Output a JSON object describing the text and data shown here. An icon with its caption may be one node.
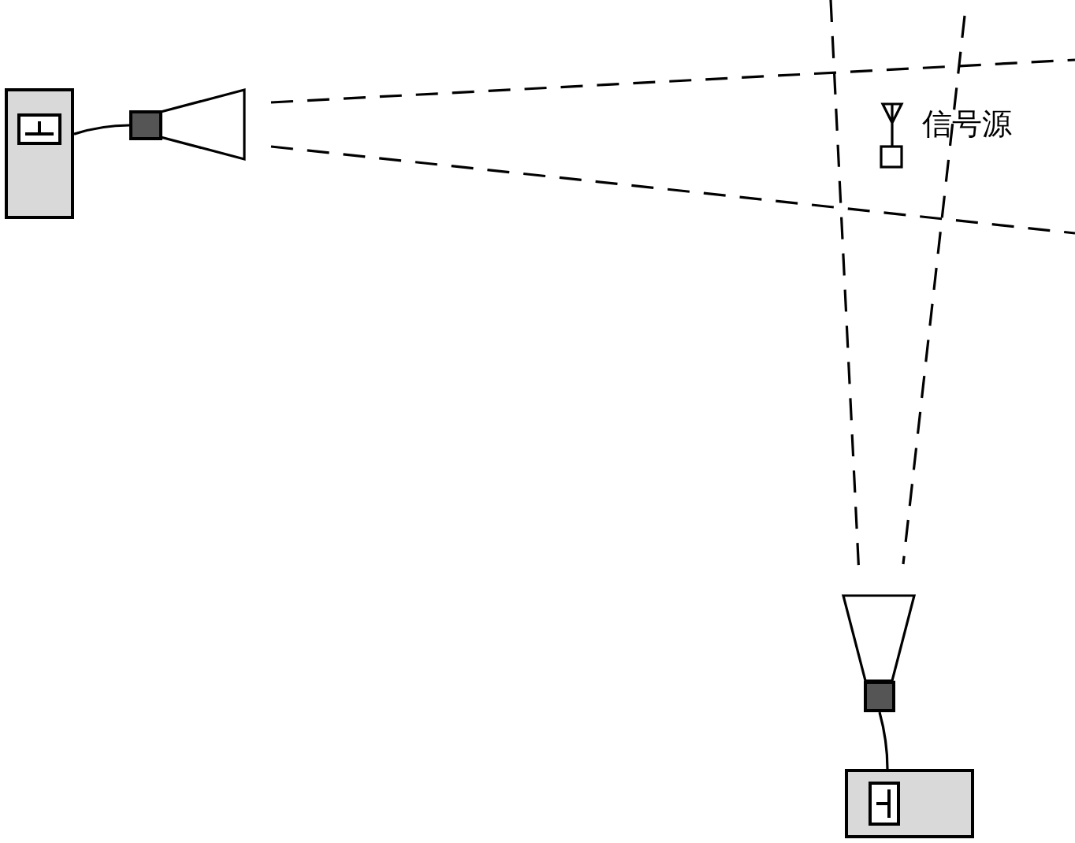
{
  "diagram": {
    "nodes": [
      {
        "text": [],
        "shape": "box"
      },
      {
        "text": [],
        "shape": "box"
      },
      {
        "text": [],
        "shape": "box"
      },
      {
        "text": [],
        "shape": "box"
      }
    ],
    "edges": [
      {
        "from": 0,
        "to": 1,
        "arrow": "none"
      },
      {
        "from": 3,
        "to": 2,
        "arrow": "none"
      }
    ],
    "labels": [
      "信号源"
    ]
  }
}
